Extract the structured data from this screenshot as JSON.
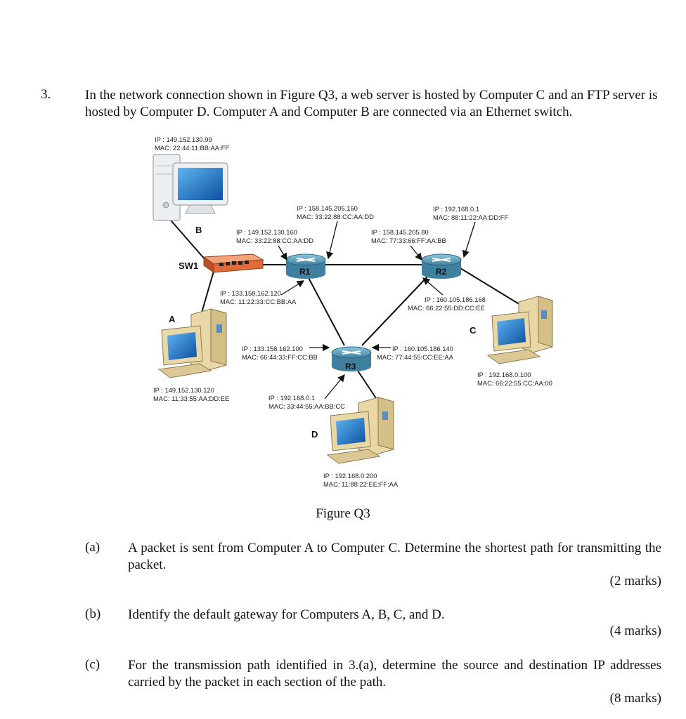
{
  "question": {
    "number": "3.",
    "text": "In the network connection shown in Figure Q3, a web server is hosted by Computer C and an FTP server is hosted by Computer D. Computer A and Computer B are connected via an Ethernet switch."
  },
  "figure": {
    "caption": "Figure Q3",
    "nodes": {
      "b": {
        "label": "B",
        "ip": "IP : 149.152.130.99",
        "mac": "MAC: 22:44:11:BB:AA:FF"
      },
      "a": {
        "label": "A",
        "ip": "IP : 149.152.130.120",
        "mac": "MAC: 11:33:55:AA:DD:EE"
      },
      "c": {
        "label": "C",
        "ip": "IP : 192.168.0.100",
        "mac": "MAC: 66:22:55:CC:AA:00"
      },
      "d": {
        "label": "D",
        "ip": "IP : 192.168.0.200",
        "mac": "MAC: 11:88:22:EE:FF:AA"
      },
      "sw1": {
        "label": "SW1"
      },
      "r1": {
        "label": "R1"
      },
      "r2": {
        "label": "R2"
      },
      "r3": {
        "label": "R3"
      }
    },
    "interfaces": {
      "r1_lan": {
        "ip": "IP : 149.152.130.160",
        "mac": "MAC: 33:22:88:CC:AA:DD"
      },
      "r1_r2": {
        "ip": "IP : 158.145.205.160",
        "mac": "MAC: 33:22:88:CC:AA:DD"
      },
      "r2_r1": {
        "ip": "IP : 158.145.205.80",
        "mac": "MAC: 77:33:66:FF:AA:BB"
      },
      "r2_lan": {
        "ip": "IP : 192.168.0.1",
        "mac": "MAC: 88:11:22:AA:DD:FF"
      },
      "r1_r3": {
        "ip": "IP : 133.158.162.120",
        "mac": "MAC: 11:22:33:CC:BB:AA"
      },
      "r2_r3": {
        "ip": "IP : 160.105.186.168",
        "mac": "MAC: 66:22:55:DD:CC:EE"
      },
      "r3_r1": {
        "ip": "IP : 133.158.162.100",
        "mac": "MAC: 66:44:33:FF:CC:BB"
      },
      "r3_r2": {
        "ip": "IP : 160.105.186.140",
        "mac": "MAC: 77:44:55:CC:EE:AA"
      },
      "r3_lan": {
        "ip": "IP : 192.168.0.1",
        "mac": "MAC: 33:44:55:AA:BB:CC"
      }
    }
  },
  "parts": [
    {
      "label": "(a)",
      "text": "A packet is sent from Computer A to Computer C. Determine the shortest path for transmitting the packet.",
      "marks": "(2 marks)"
    },
    {
      "label": "(b)",
      "text": "Identify the default gateway for Computers A, B, C, and D.",
      "marks": "(4 marks)"
    },
    {
      "label": "(c)",
      "text": "For the transmission path identified in 3.(a), determine the source and destination IP addresses carried by the packet in each section of the path.",
      "marks": "(8 marks)"
    }
  ],
  "colors": {
    "router": "#4a8fb0",
    "switch": "#e06a3a",
    "screen": "#1a72c8",
    "pc_case": "#e9d7a8"
  }
}
